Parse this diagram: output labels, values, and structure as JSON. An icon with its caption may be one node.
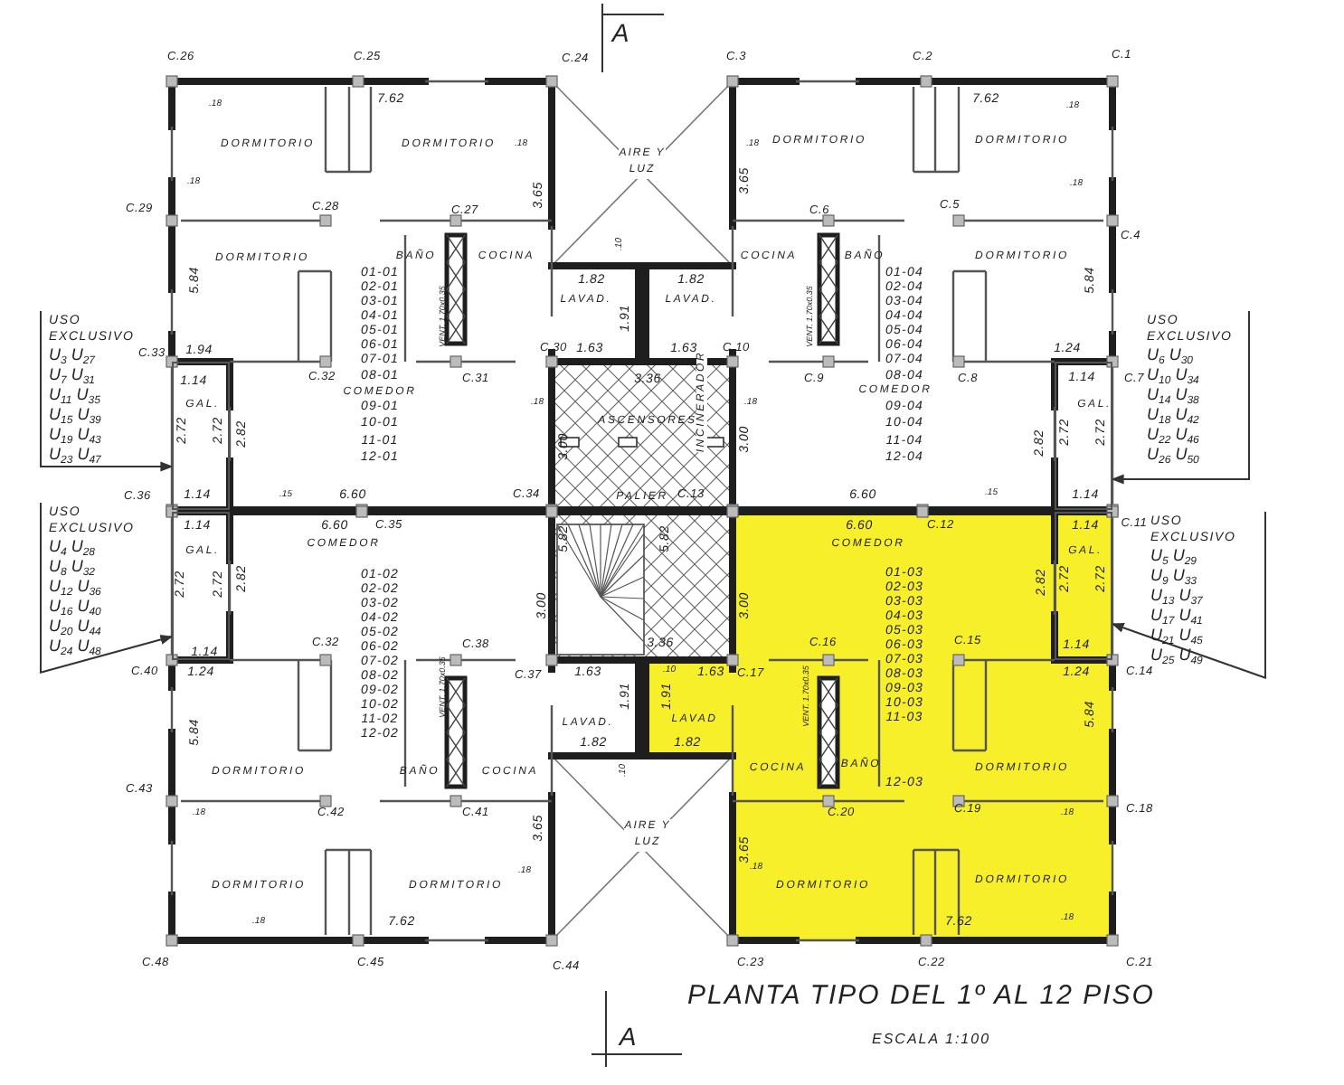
{
  "diagram": {
    "title": "PLANTA TIPO DEL 1º AL 12 PISO",
    "caption": "ESCALA 1:100",
    "nodes": [
      {
        "text": [
          "USO EXCLUSIVO",
          "U$_{3}$ U$_{27}$",
          "U$_{7}$ U$_{31}$",
          "U$_{11}$ U$_{35}$",
          "U$_{15}$ U$_{39}$",
          "U$_{19}$ U$_{43}$",
          "U$_{23}$ U$_{47}$"
        ]
      },
      {
        "text": [
          "USO EXCLUSIVO",
          "U$_{6}$ U$_{30}$",
          "U$_{10}$ U$_{34}$",
          "U$_{14}$ U$_{38}$",
          "U$_{18}$ U$_{42}$",
          "U$_{22}$ U$_{46}$",
          "U$_{26}$ U$_{50}$"
        ]
      },
      {
        "text": [
          "USO EXCLUSIVO",
          "U$_{4}$ U$_{28}$",
          "U$_{8}$ U$_{32}$",
          "U$_{12}$ U$_{36}$",
          "U$_{16}$ U$_{40}$",
          "U$_{20}$ U$_{44}$",
          "U$_{24}$ U$_{48}$"
        ]
      },
      {
        "text": [
          "USO EXCLUSIVO",
          "U$_{5}$ U$_{29}$",
          "U$_{9}$ U$_{33}$",
          "U$_{13}$ U$_{37}$",
          "U$_{17}$ U$_{41}$",
          "U$_{21}$ U$_{45}$",
          "U$_{25}$ U$_{49}$"
        ]
      },
      {
        "text": [],
        "shape": "box"
      },
      {
        "text": [],
        "shape": "box"
      },
      {
        "text": [],
        "shape": "box"
      },
      {
        "text": [],
        "shape": "box"
      }
    ],
    "edges": [
      {
        "from": 0,
        "to": 4,
        "arrow": "to"
      },
      {
        "from": 1,
        "to": 5,
        "arrow": "to"
      },
      {
        "from": 2,
        "to": 6,
        "arrow": "to"
      },
      {
        "from": 3,
        "to": 7,
        "arrow": "to"
      }
    ],
    "labels": [
      "A",
      "C.26",
      "C.25",
      "C.24",
      "C.3",
      "C.2",
      "C.1",
      "7.62",
      ".18",
      "7.62",
      ".18",
      "DORMITORIO",
      "DORMITORIO",
      ".18",
      "AIRE Y LUZ",
      "DORMITORIO",
      "DORMITORIO",
      ".18",
      ".18",
      "3.65",
      "3.65",
      ".18",
      "C.29",
      "C.28",
      "C.27",
      "C.6",
      "C.5",
      "C.4",
      ".10",
      "DORMITORIO",
      "BAÑO",
      "COCINA",
      "COCINA",
      "BAÑO",
      "DORMITORIO",
      "5.84",
      "5.84",
      "1.82",
      "1.82",
      "LAVAD.",
      "LAVAD.",
      "1.91",
      "VENT. 1.70x0.35",
      "VENT. 1.70x0.35",
      "01-01",
      "02-01",
      "03-01",
      "04-01",
      "05-01",
      "06-01",
      "07-01",
      "08-01",
      "01-04",
      "02-04",
      "03-04",
      "04-04",
      "05-04",
      "06-04",
      "07-04",
      "08-04",
      "C.33",
      "1.94",
      "C.30",
      "1.63",
      "1.63",
      "C.10",
      "1.24",
      "1.14",
      "C.32",
      "C.31",
      "3.36",
      "C.9",
      "C.8",
      "1.14",
      "C.7",
      "COMEDOR",
      "COMEDOR",
      "GAL.",
      "09-01",
      ".18",
      "INCINERADOR",
      ".18",
      "09-04",
      "GAL.",
      "10-01",
      "ASCENSORES",
      "10-04",
      "2.72",
      "2.72",
      "2.82",
      "11-01",
      "3.00",
      "3.00",
      "11-04",
      "2.82",
      "2.72",
      "2.72",
      "12-01",
      "12-04",
      "C.36",
      "1.14",
      ".15",
      "6.60",
      "C.34",
      "PALIER",
      "C.13",
      "6.60",
      ".15",
      "1.14",
      "5.82",
      "5.82",
      "1.14",
      "6.60",
      "C.35",
      "6.60",
      "C.12",
      "1.14",
      "C.11",
      "COMEDOR",
      "COMEDOR",
      "GAL.",
      "GAL.",
      "01-02",
      "02-02",
      "03-02",
      "04-02",
      "05-02",
      "06-02",
      "07-02",
      "08-02",
      "09-02",
      "10-02",
      "11-02",
      "12-02",
      "01-03",
      "02-03",
      "03-03",
      "04-03",
      "05-03",
      "06-03",
      "07-03",
      "08-03",
      "09-03",
      "10-03",
      "11-03",
      "12-03",
      "2.72",
      "2.72",
      "2.82",
      "2.82",
      "2.72",
      "2.72",
      "3.00",
      "3.00",
      "1.14",
      "C.32",
      "C.38",
      "3.36",
      "C.16",
      "C.15",
      "1.14",
      "C.40",
      "1.24",
      "C.37",
      "1.63",
      ".10",
      "1.63",
      "C.17",
      "1.24",
      "C.14",
      "VENT. 1.70x0.35",
      "VENT. 1.70x0.35",
      "1.91",
      "1.91",
      "LAVAD.",
      "LAVAD",
      "5.84",
      "5.84",
      "1.82",
      "1.82",
      "DORMITORIO",
      "BAÑO",
      "COCINA",
      ".10",
      "COCINA",
      "BAÑO",
      "DORMITORIO",
      "C.43",
      "C.42",
      "C.41",
      "C.20",
      "C.19",
      ".18",
      "C.18",
      ".18",
      "3.65",
      "3.65",
      "AIRE Y LUZ",
      ".18",
      ".18",
      "DORMITORIO",
      "DORMITORIO",
      "DORMITORIO",
      "DORMITORIO",
      ".18",
      "7.62",
      "7.62",
      ".18",
      "C.48",
      "C.45",
      "C.44",
      "C.23",
      "C.22",
      "C.21",
      "A"
    ]
  }
}
